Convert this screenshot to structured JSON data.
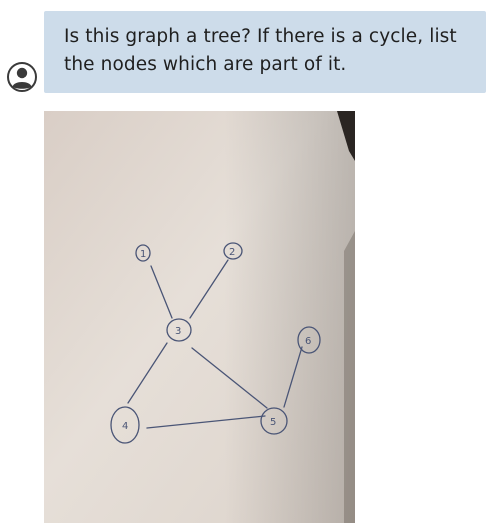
{
  "chat": {
    "user_avatar_icon": "user-avatar-icon",
    "question": "Is this graph a tree? If there is a cycle, list the nodes which are part of it.",
    "attachment": {
      "type": "photo",
      "description_icon": "hand-drawn-graph-photo",
      "node_labels": [
        "1",
        "2",
        "3",
        "4",
        "5",
        "6"
      ]
    }
  },
  "colors": {
    "bubble_background": "#cddcea",
    "text": "#1f1f1f",
    "paper": "#e7e0d9",
    "ink": "#4a5576"
  }
}
